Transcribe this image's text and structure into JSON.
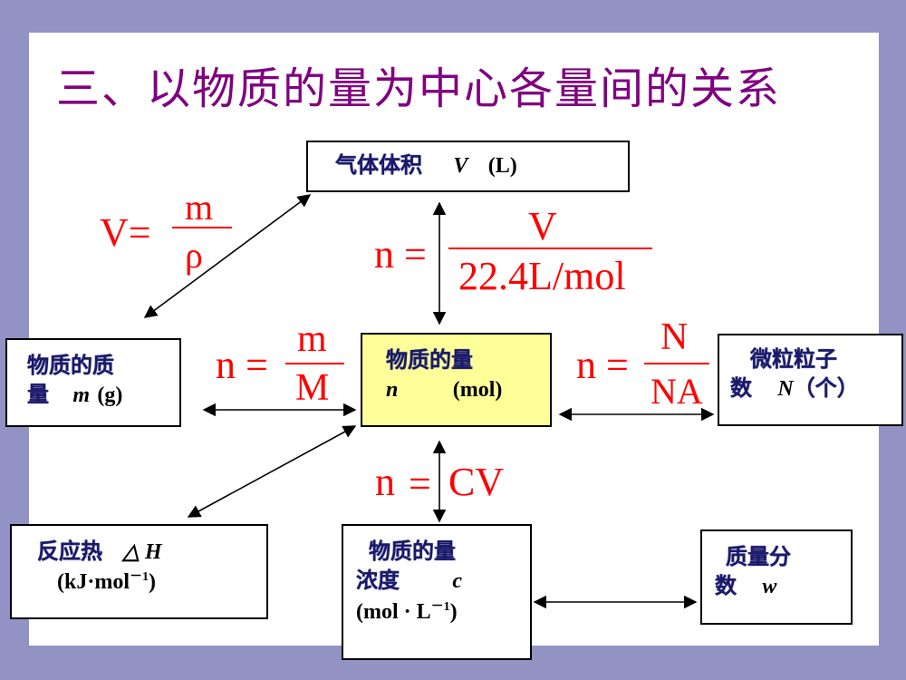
{
  "title": "三、以物质的量为中心各量间的关系",
  "boxes": {
    "volume": {
      "line1_cn": "气体体积",
      "line1_sym": "V",
      "line1_unit": "(L)"
    },
    "mass": {
      "line1_cn": "物质的质",
      "line2_cn": "量",
      "line2_sym": "m",
      "line2_unit": "(g)"
    },
    "amount": {
      "line1_cn": "物质的量",
      "line2_sym": "n",
      "line2_unit": "(mol)"
    },
    "particles": {
      "line1_cn": "微粒粒子",
      "line2_cn": "数",
      "line2_sym": "N",
      "line2_unit": "（个）"
    },
    "heat": {
      "line1_cn": "反应热",
      "line1_sym": "△ H",
      "line2_unit": "(kJ·mol",
      "line2_exp": "－1",
      "line2_end": ")"
    },
    "concentration": {
      "line1_cn": "物质的量",
      "line2_cn": "浓度",
      "line2_sym": "c",
      "line3_unit": "(mol · L",
      "line3_exp": "－1",
      "line3_end": ")"
    },
    "mass_fraction": {
      "line1_cn": "质量分",
      "line2_cn": "数",
      "line2_sym": "w"
    }
  },
  "formulas": {
    "volume_density": {
      "lhs": "V=",
      "num": "m",
      "den": "ρ"
    },
    "molar_volume": {
      "lhs": "n =",
      "num": "V",
      "den": "22.4L/mol"
    },
    "molar_mass": {
      "lhs": "n =",
      "num": "m",
      "den": "M"
    },
    "avogadro": {
      "lhs": "n =",
      "num": "N",
      "den": "NA"
    },
    "concentration": {
      "lhs": "n",
      "eq": "=",
      "rhs": "CV"
    }
  }
}
